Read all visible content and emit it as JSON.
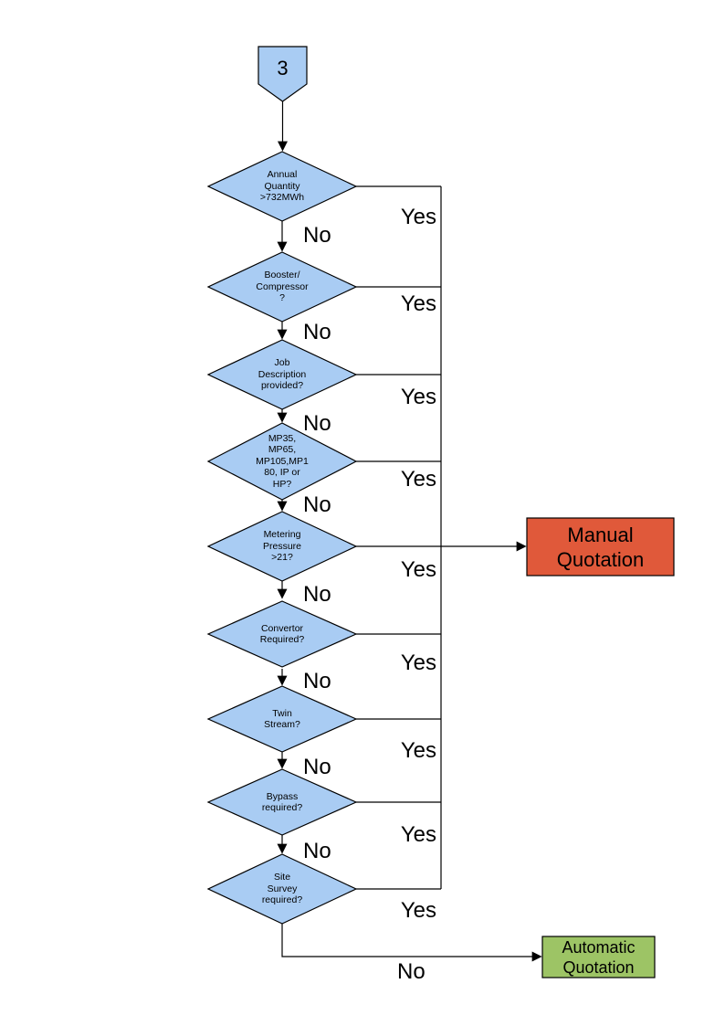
{
  "connector": {
    "label": "3"
  },
  "decisions": [
    {
      "id": "annual-quantity",
      "label": "Annual\nQuantity\n>732MWh",
      "yes": "Yes",
      "no": "No"
    },
    {
      "id": "booster-compressor",
      "label": "Booster/\nCompressor\n?",
      "yes": "Yes",
      "no": "No"
    },
    {
      "id": "job-description",
      "label": "Job\nDescription\nprovided?",
      "yes": "Yes",
      "no": "No"
    },
    {
      "id": "meter-type",
      "label": "MP35,\nMP65,\nMP105,MP1\n80, IP or\nHP?",
      "yes": "Yes",
      "no": "No"
    },
    {
      "id": "metering-pressure",
      "label": "Metering\nPressure\n>21?",
      "yes": "Yes",
      "no": "No"
    },
    {
      "id": "convertor",
      "label": "Convertor\nRequired?",
      "yes": "Yes",
      "no": "No"
    },
    {
      "id": "twin-stream",
      "label": "Twin\nStream?",
      "yes": "Yes",
      "no": "No"
    },
    {
      "id": "bypass",
      "label": "Bypass\nrequired?",
      "yes": "Yes",
      "no": "No"
    },
    {
      "id": "site-survey",
      "label": "Site\nSurvey\nrequired?",
      "yes": "Yes",
      "no": "No"
    }
  ],
  "outcomes": {
    "manual": {
      "label": "Manual\nQuotation"
    },
    "automatic": {
      "label": "Automatic\nQuotation"
    }
  },
  "colors": {
    "node_fill": "#a9ccf3",
    "manual_fill": "#e0593a",
    "automatic_fill": "#9dc465",
    "line": "#000000"
  }
}
